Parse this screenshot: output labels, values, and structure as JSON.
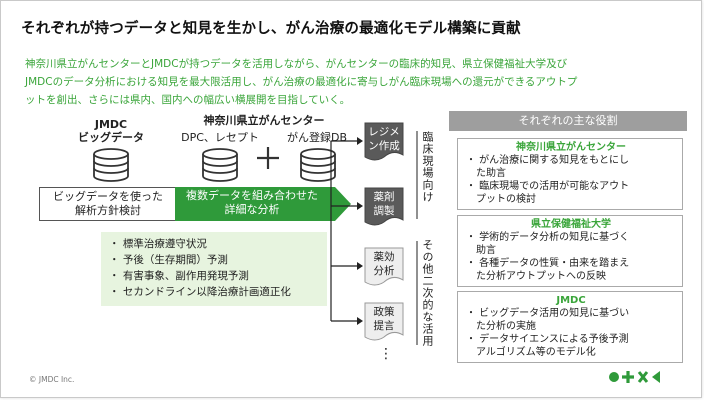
{
  "title": "それぞれが持つデータと知見を生かし、がん治療の最適化モデル構築に貢献",
  "intro_lines": [
    "神奈川県立がんセンターとJMDCが持つデータを活用しながら、がんセンターの臨床的知見、県立保健福祉大学及び",
    "JMDCのデータ分析における知見を最大限活用し、がん治療の最適化に寄与しがん臨床現場への還元ができるアウトプ",
    "ットを創出、さらには県内、国内への幅広い横展開を目指していく。"
  ],
  "jmdc": {
    "line1": "JMDC",
    "line2": "ビッグデータ"
  },
  "center": {
    "name": "神奈川県立がんセンター",
    "db1": "DPC、レセプト",
    "db2": "がん登録DB"
  },
  "plus": "＋",
  "analysis_box": {
    "line1": "ビッグデータを使った",
    "line2": "解析方針検討"
  },
  "combine_arrow": {
    "line1": "複数データを組み合わせた",
    "line2": "詳細な分析"
  },
  "analysis_list": [
    "・ 標準治療遵守状況",
    "・ 予後（生存期間）予測",
    "・ 有害事象、副作用発現予測",
    "・ セカンドライン以降治療計画適正化"
  ],
  "outputs": {
    "clinical": [
      {
        "line1": "レジメ",
        "line2": "ン作成"
      },
      {
        "line1": "薬剤",
        "line2": "調製"
      }
    ],
    "other": [
      {
        "line1": "薬効",
        "line2": "分析"
      },
      {
        "line1": "政策",
        "line2": "提言"
      }
    ],
    "more": "⋮"
  },
  "vertical_labels": {
    "clinical": "臨床現場向け",
    "other": "その他二次的な活用"
  },
  "roles": {
    "header": "それぞれの主な役割",
    "boxes": [
      {
        "name": "神奈川県立がんセンター",
        "items": [
          [
            "・ がん治療に関する知見をもとにし",
            "　た助言"
          ],
          [
            "・ 臨床現場での活用が可能なアウト",
            "　プットの検討"
          ]
        ]
      },
      {
        "name": "県立保健福祉大学",
        "items": [
          [
            "・ 学術的データ分析の知見に基づく",
            "　助言"
          ],
          [
            "・ 各種データの性質・由来を踏まえ",
            "　た分析アウトプットへの反映"
          ]
        ]
      },
      {
        "name": "JMDC",
        "items": [
          [
            "・ ビッグデータ活用の知見に基づい",
            "　た分析の実施"
          ],
          [
            "・ データサイエンスによる予後予測",
            "　アルゴリズム等のモデル化"
          ]
        ]
      }
    ]
  },
  "footer": "© JMDC Inc.",
  "colors": {
    "accent_green": "#3aa53a",
    "dark_green": "#2e8b2e",
    "light_green_bg": "#e7f4df",
    "gray_header": "#9e9e9e"
  },
  "icons": [
    "database-icon",
    "document-icon",
    "brand-logo-icon"
  ]
}
